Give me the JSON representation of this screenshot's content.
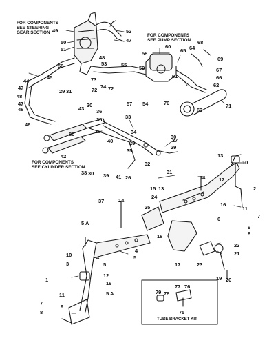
{
  "notes": {
    "steering_gear": [
      "FOR COMPONENTS",
      "SEE STEERING",
      "GEAR SECTION"
    ],
    "pump": [
      "FOR COMPONENTS",
      "SEE PUMP SECTION"
    ],
    "cylinder": [
      "FOR COMPONENTS",
      "SEE CYLINDER SECTION"
    ]
  },
  "kit_title": "TUBE BRACKET KIT",
  "callouts": [
    "1",
    "2",
    "3",
    "4",
    "5",
    "5 A",
    "6",
    "7",
    "8",
    "9",
    "10",
    "11",
    "12",
    "13",
    "14",
    "15",
    "16",
    "17",
    "18",
    "19",
    "20",
    "21",
    "22",
    "23",
    "24",
    "25",
    "26",
    "27",
    "28",
    "29",
    "30",
    "31",
    "32",
    "33",
    "34",
    "35",
    "36",
    "37",
    "38",
    "39",
    "40",
    "41",
    "42",
    "43",
    "44",
    "45",
    "46",
    "47",
    "48",
    "49",
    "50",
    "51",
    "52",
    "53",
    "54",
    "55",
    "56",
    "57",
    "58",
    "59",
    "60",
    "61",
    "62",
    "63",
    "64",
    "65",
    "66",
    "67",
    "68",
    "69",
    "70",
    "71",
    "72",
    "73",
    "74",
    "75",
    "76",
    "77",
    "78",
    "79",
    "80",
    "81"
  ],
  "colors": {
    "ink": "#1a1a1a",
    "paper": "#ffffff"
  }
}
